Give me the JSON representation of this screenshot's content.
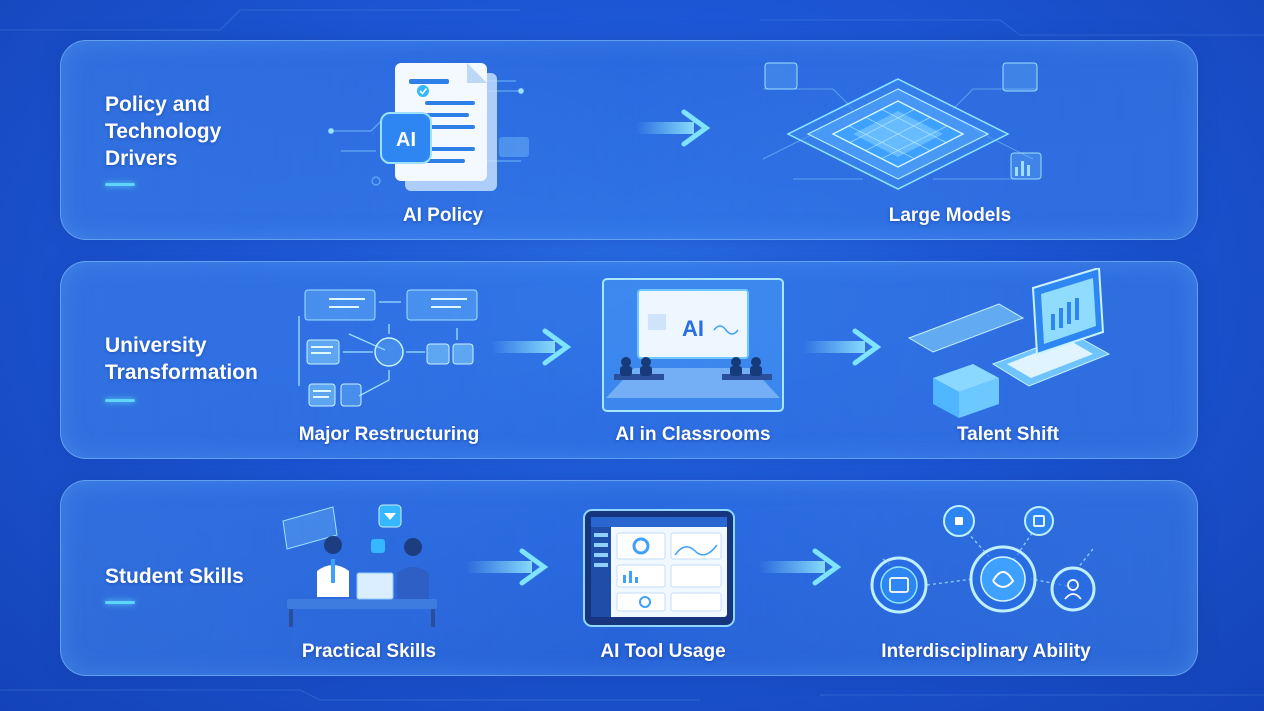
{
  "rows": [
    {
      "title_lines": [
        "Policy and",
        "Technology",
        "Drivers"
      ],
      "items": [
        {
          "label": "AI Policy",
          "icon": "policy-document-icon",
          "badge": "AI"
        },
        {
          "label": "Large Models",
          "icon": "large-model-chip-icon"
        }
      ]
    },
    {
      "title_lines": [
        "University",
        "Transformation"
      ],
      "items": [
        {
          "label": "Major Restructuring",
          "icon": "restructuring-flow-icon"
        },
        {
          "label": "AI in Classrooms",
          "icon": "classroom-icon",
          "badge": "AI"
        },
        {
          "label": "Talent Shift",
          "icon": "laptop-icon"
        }
      ]
    },
    {
      "title_lines": [
        "Student Skills"
      ],
      "items": [
        {
          "label": "Practical Skills",
          "icon": "collaboration-icon"
        },
        {
          "label": "AI Tool Usage",
          "icon": "dashboard-tablet-icon"
        },
        {
          "label": "Interdisciplinary Ability",
          "icon": "network-nodes-icon"
        }
      ]
    }
  ],
  "colors": {
    "background": "#1d57d6",
    "panel_border": "#8cc8ff",
    "accent": "#5fd4ff",
    "text": "#ffffff"
  }
}
